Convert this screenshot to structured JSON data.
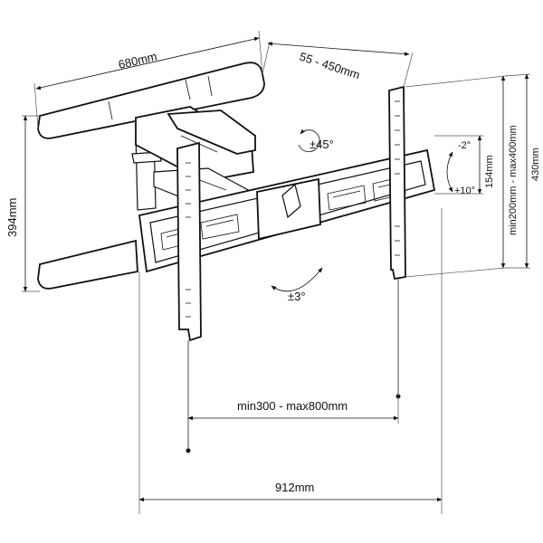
{
  "labels": {
    "arm_width": "680mm",
    "extension": "55 - 450mm",
    "rotate_arm": "±45°",
    "left_height": "394mm",
    "tilt_up": "-2°",
    "tilt_down": "+10°",
    "tilt_depth": "154mm",
    "vesa_height": "min200mm - max400mm",
    "total_height": "430mm",
    "level_adjust": "±3°",
    "vesa_width": "min300 - max800mm",
    "total_width": "912mm"
  }
}
